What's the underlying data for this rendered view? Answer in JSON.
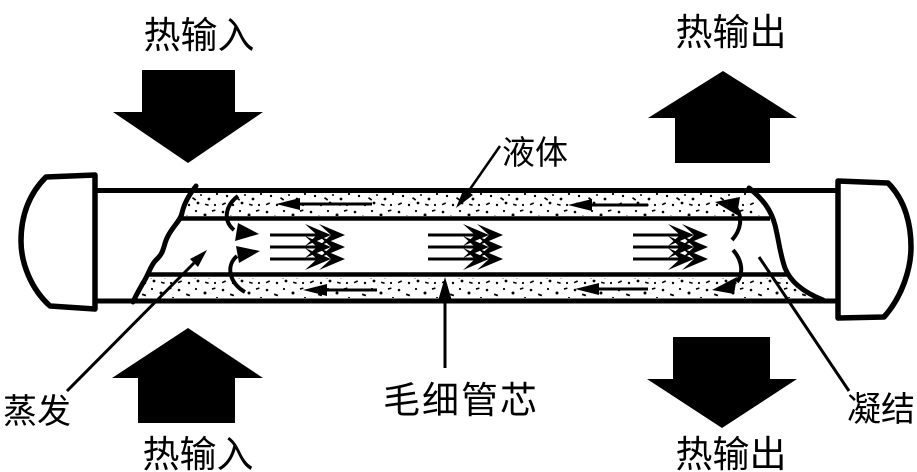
{
  "diagram": {
    "background_color": "#ffffff",
    "line_color": "#000000",
    "labels": {
      "heat_input_top": "热输入",
      "heat_output_top": "热输出",
      "liquid": "液体",
      "evaporation": "蒸发",
      "capillary_wick": "毛细管芯",
      "condensation": "凝结",
      "heat_input_bottom": "热输入",
      "heat_output_bottom": "热输出"
    },
    "semantics": {
      "vapor_core_flow_direction": "rightward",
      "liquid_wick_return_direction": "leftward",
      "heat_input_side": "left",
      "heat_output_side": "right"
    }
  }
}
